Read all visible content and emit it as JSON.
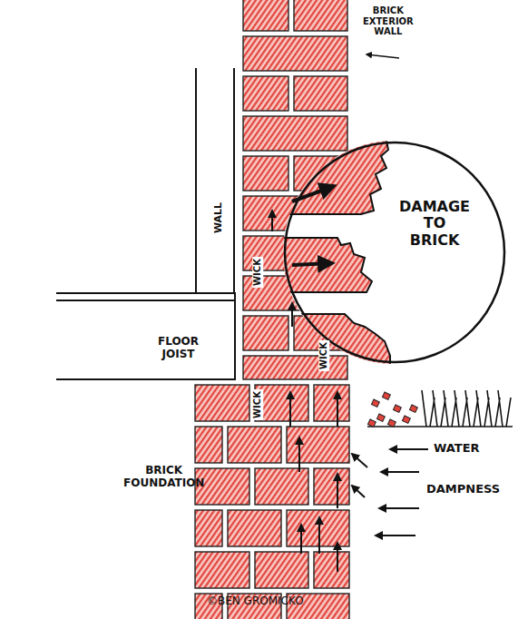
{
  "diagram": {
    "nodes": [
      {
        "text": [
          "WALL"
        ]
      },
      {
        "text": [
          "DAMAGE TO BRICK"
        ]
      },
      {
        "text": [
          "FLOOR JOIST"
        ]
      }
    ],
    "labels": [
      "BRICK EXTERIOR WALL",
      "WICK",
      "WICK",
      "WICK",
      "BRICK FOUNDATION",
      "WATER",
      "DAMPNESS",
      "©BEN GROMICKO"
    ]
  }
}
